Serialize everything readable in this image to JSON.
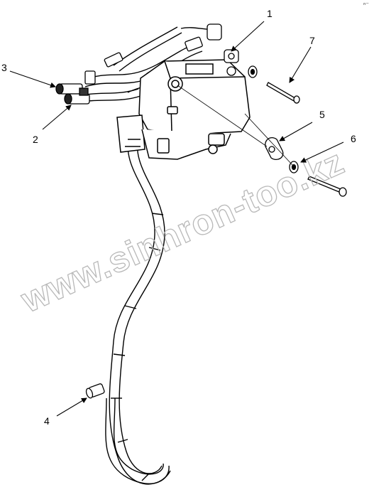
{
  "callouts": [
    {
      "id": "1",
      "text": "1"
    },
    {
      "id": "2",
      "text": "2"
    },
    {
      "id": "3",
      "text": "3"
    },
    {
      "id": "4",
      "text": "4"
    },
    {
      "id": "5",
      "text": "5"
    },
    {
      "id": "6",
      "text": "6"
    },
    {
      "id": "7",
      "text": "7"
    }
  ],
  "watermark": "www.sinhron-too.kz",
  "corner_mark": "ⁿ⁻"
}
